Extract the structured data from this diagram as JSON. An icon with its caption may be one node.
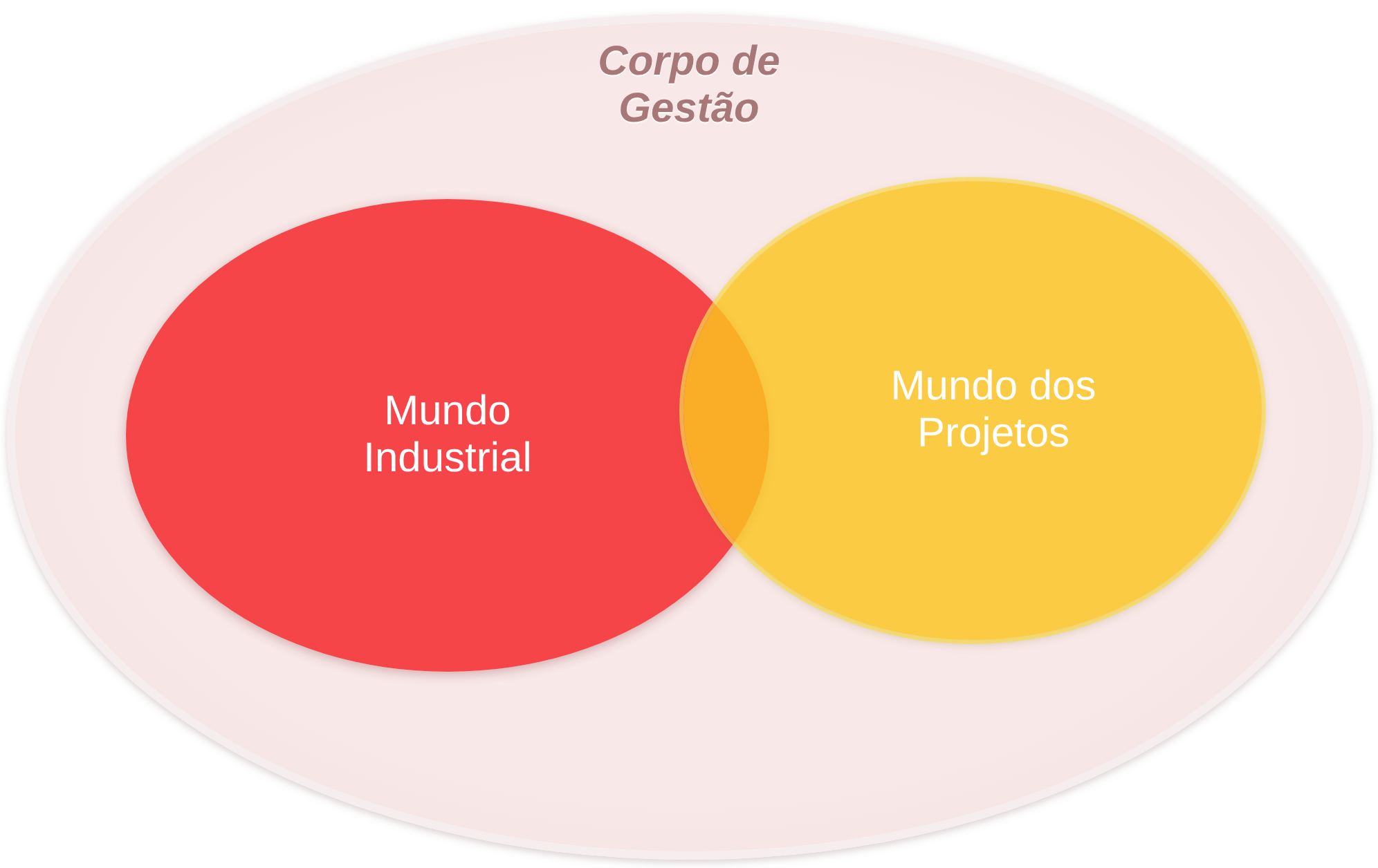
{
  "diagram": {
    "nodes": [
      {
        "text": [
          "Corpo de Gestão"
        ]
      },
      {
        "text": [
          "Mundo Industrial"
        ],
        "in": 0
      },
      {
        "text": [
          "Mundo dos Projetos"
        ],
        "in": 0
      }
    ]
  }
}
